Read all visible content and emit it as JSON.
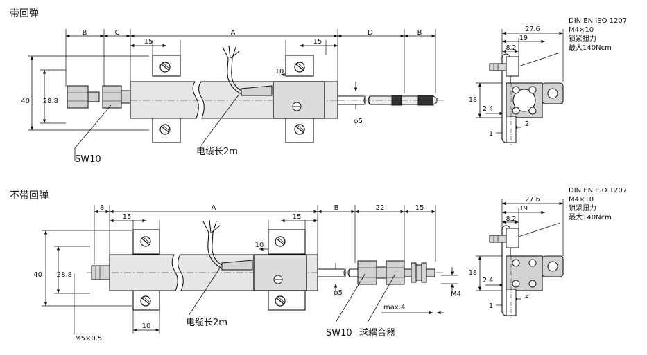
{
  "sections": {
    "with_spring": {
      "title": "带回弹"
    },
    "without_spring": {
      "title": "不带回弹"
    }
  },
  "top_view": {
    "dims": {
      "b_left": "B",
      "c": "C",
      "a": "A",
      "d": "D",
      "b_right": "B",
      "mount_left": "15",
      "mount_right": "15",
      "mount_10": "10",
      "height_40": "40",
      "height_28_8": "28.8",
      "phi5": "φ5"
    },
    "labels": {
      "sw10": "SW10",
      "cable": "电缆长2m"
    }
  },
  "bottom_view": {
    "dims": {
      "eight": "8",
      "a": "A",
      "b": "B",
      "twenty_two": "22",
      "fifteen_r": "15",
      "mount_left": "15",
      "mount_right": "15",
      "mount_10": "10",
      "mount_bottom_10": "10",
      "height_40": "40",
      "height_28_8": "28.8",
      "phi5": "φ5",
      "m4": "M4",
      "max4": "max.4",
      "m5": "M5×0.5"
    },
    "labels": {
      "sw10": "SW10",
      "ball_joint": "球耦合器",
      "cable": "电缆长2m"
    }
  },
  "side_view_top": {
    "note": [
      "DIN EN ISO 1207",
      "M4×10",
      "锁紧扭力",
      "最大140Ncm"
    ],
    "dims": {
      "w27_6": "27.6",
      "w19": "19",
      "w8_2": "8.2",
      "h18": "18",
      "w2_4": "2.4",
      "w1": "1",
      "w2": "2"
    }
  },
  "side_view_bottom": {
    "note": [
      "DIN EN ISO 1207",
      "M4×10",
      "锁紧扭力",
      "最大140Ncm"
    ],
    "dims": {
      "w27_6": "27.6",
      "w19": "19",
      "w8_2": "8.2",
      "h18": "18",
      "w2_4": "2.4",
      "w1": "1",
      "w2": "2"
    }
  }
}
